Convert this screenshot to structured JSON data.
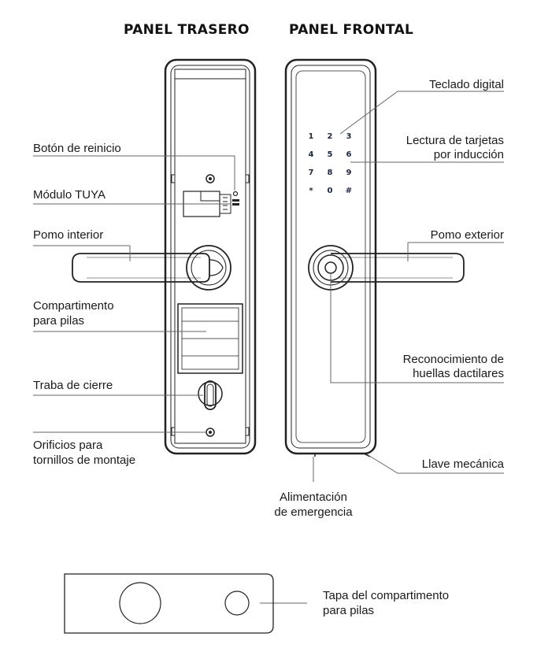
{
  "headers": {
    "rear": "PANEL TRASERO",
    "front": "PANEL FRONTAL"
  },
  "rear_labels": {
    "reset": "Botón de reinicio",
    "tuya": "Módulo TUYA",
    "inner_knob": "Pomo interior",
    "battery_line1": "Compartimento",
    "battery_line2": "para pilas",
    "latch": "Traba de cierre",
    "holes_line1": "Orificios para",
    "holes_line2": "tornillos de montaje"
  },
  "front_labels": {
    "keypad": "Teclado digital",
    "card_line1": "Lectura de tarjetas",
    "card_line2": "por inducción",
    "outer_knob": "Pomo exterior",
    "finger_line1": "Reconocimiento de",
    "finger_line2": "huellas dactilares",
    "key": "Llave mecánica",
    "emergency_line1": "Alimentación",
    "emergency_line2": "de emergencia"
  },
  "cover_labels": {
    "line1": "Tapa del compartimento",
    "line2": "para pilas"
  },
  "keypad": {
    "keys": [
      "1",
      "2",
      "3",
      "4",
      "5",
      "6",
      "7",
      "8",
      "9",
      "*",
      "0",
      "#"
    ]
  }
}
